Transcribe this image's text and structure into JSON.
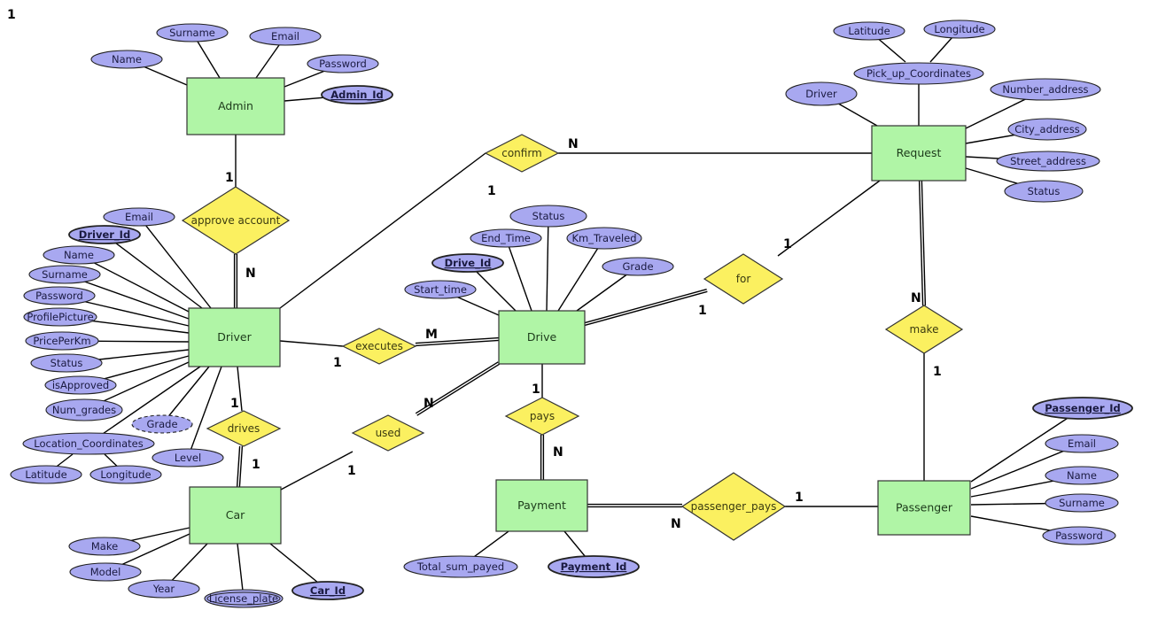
{
  "diagram": {
    "type": "er-diagram",
    "corner_label": "1",
    "colors": {
      "entity_fill": "#b0f5a6",
      "relationship_fill": "#fbf060",
      "attribute_fill": "#a8a8f0",
      "line": "#000000"
    },
    "entities": [
      {
        "id": "admin",
        "label": "Admin"
      },
      {
        "id": "driver",
        "label": "Driver"
      },
      {
        "id": "car",
        "label": "Car"
      },
      {
        "id": "drive",
        "label": "Drive"
      },
      {
        "id": "payment",
        "label": "Payment"
      },
      {
        "id": "request",
        "label": "Request"
      },
      {
        "id": "passenger",
        "label": "Passenger"
      }
    ],
    "relationships": [
      {
        "id": "approve_account",
        "label": "approve account"
      },
      {
        "id": "confirm",
        "label": "confirm"
      },
      {
        "id": "executes",
        "label": "executes"
      },
      {
        "id": "drives",
        "label": "drives"
      },
      {
        "id": "used",
        "label": "used"
      },
      {
        "id": "pays",
        "label": "pays"
      },
      {
        "id": "for",
        "label": "for"
      },
      {
        "id": "make",
        "label": "make"
      },
      {
        "id": "passenger_pays",
        "label": "passenger_pays"
      }
    ],
    "attributes": [
      {
        "id": "admin_name",
        "owner": "admin",
        "label": "Name"
      },
      {
        "id": "admin_surname",
        "owner": "admin",
        "label": "Surname"
      },
      {
        "id": "admin_email",
        "owner": "admin",
        "label": "Email"
      },
      {
        "id": "admin_password",
        "owner": "admin",
        "label": "Password"
      },
      {
        "id": "admin_id",
        "owner": "admin",
        "label": "Admin_Id",
        "key": true
      },
      {
        "id": "driver_email",
        "owner": "driver",
        "label": "Email"
      },
      {
        "id": "driver_id",
        "owner": "driver",
        "label": "Driver_Id",
        "key": true
      },
      {
        "id": "driver_name",
        "owner": "driver",
        "label": "Name"
      },
      {
        "id": "driver_surname",
        "owner": "driver",
        "label": "Surname"
      },
      {
        "id": "driver_password",
        "owner": "driver",
        "label": "Password"
      },
      {
        "id": "driver_profilepicture",
        "owner": "driver",
        "label": "ProfilePicture"
      },
      {
        "id": "driver_priceperkm",
        "owner": "driver",
        "label": "PricePerKm"
      },
      {
        "id": "driver_status",
        "owner": "driver",
        "label": "Status"
      },
      {
        "id": "driver_isapproved",
        "owner": "driver",
        "label": "isApproved"
      },
      {
        "id": "driver_num_grades",
        "owner": "driver",
        "label": "Num_grades"
      },
      {
        "id": "driver_grade",
        "owner": "driver",
        "label": "Grade",
        "derived": true
      },
      {
        "id": "driver_location",
        "owner": "driver",
        "label": "Location_Coordinates"
      },
      {
        "id": "driver_loc_lat",
        "owner": "driver_location",
        "label": "Latitude"
      },
      {
        "id": "driver_loc_lon",
        "owner": "driver_location",
        "label": "Longitude"
      },
      {
        "id": "driver_level",
        "owner": "driver",
        "label": "Level"
      },
      {
        "id": "car_make",
        "owner": "car",
        "label": "Make"
      },
      {
        "id": "car_model",
        "owner": "car",
        "label": "Model"
      },
      {
        "id": "car_year",
        "owner": "car",
        "label": "Year"
      },
      {
        "id": "car_license",
        "owner": "car",
        "label": "License_plate",
        "multivalued": true
      },
      {
        "id": "car_id",
        "owner": "car",
        "label": "Car_Id",
        "key": true
      },
      {
        "id": "drive_status",
        "owner": "drive",
        "label": "Status"
      },
      {
        "id": "drive_end_time",
        "owner": "drive",
        "label": "End_Time"
      },
      {
        "id": "drive_km",
        "owner": "drive",
        "label": "Km_Traveled"
      },
      {
        "id": "drive_id",
        "owner": "drive",
        "label": "Drive_Id",
        "key": true
      },
      {
        "id": "drive_grade",
        "owner": "drive",
        "label": "Grade"
      },
      {
        "id": "drive_start_time",
        "owner": "drive",
        "label": "Start_time"
      },
      {
        "id": "payment_total",
        "owner": "payment",
        "label": "Total_sum_payed"
      },
      {
        "id": "payment_id",
        "owner": "payment",
        "label": "Payment_Id",
        "key": true
      },
      {
        "id": "req_latitude",
        "owner": "req_pickup",
        "label": "Latitude"
      },
      {
        "id": "req_longitude",
        "owner": "req_pickup",
        "label": "Longitude"
      },
      {
        "id": "req_pickup",
        "owner": "request",
        "label": "Pick_up_Coordinates"
      },
      {
        "id": "req_driver",
        "owner": "request",
        "label": "Driver"
      },
      {
        "id": "req_number_address",
        "owner": "request",
        "label": "Number_address"
      },
      {
        "id": "req_city_address",
        "owner": "request",
        "label": "City_address"
      },
      {
        "id": "req_street_address",
        "owner": "request",
        "label": "Street_address"
      },
      {
        "id": "req_status",
        "owner": "request",
        "label": "Status"
      },
      {
        "id": "passenger_id",
        "owner": "passenger",
        "label": "Passenger_Id",
        "key": true
      },
      {
        "id": "passenger_email",
        "owner": "passenger",
        "label": "Email"
      },
      {
        "id": "passenger_name",
        "owner": "passenger",
        "label": "Name"
      },
      {
        "id": "passenger_surname",
        "owner": "passenger",
        "label": "Surname"
      },
      {
        "id": "passenger_password",
        "owner": "passenger",
        "label": "Password"
      }
    ],
    "connections": [
      {
        "from": "admin",
        "to": "approve_account",
        "cardinality": "1",
        "double": false
      },
      {
        "from": "approve_account",
        "to": "driver",
        "cardinality": "N",
        "double": true
      },
      {
        "from": "driver",
        "to": "confirm",
        "cardinality": "1",
        "double": false
      },
      {
        "from": "confirm",
        "to": "request",
        "cardinality": "N",
        "double": false
      },
      {
        "from": "driver",
        "to": "executes",
        "cardinality": "1",
        "double": false
      },
      {
        "from": "executes",
        "to": "drive",
        "cardinality": "M",
        "double": true
      },
      {
        "from": "driver",
        "to": "drives",
        "cardinality": "1",
        "double": false
      },
      {
        "from": "drives",
        "to": "car",
        "cardinality": "1",
        "double": true
      },
      {
        "from": "car",
        "to": "used",
        "cardinality": "1",
        "double": false
      },
      {
        "from": "used",
        "to": "drive",
        "cardinality": "N",
        "double": true
      },
      {
        "from": "drive",
        "to": "pays",
        "cardinality": "1",
        "double": false
      },
      {
        "from": "pays",
        "to": "payment",
        "cardinality": "N",
        "double": true
      },
      {
        "from": "drive",
        "to": "for",
        "cardinality": "1",
        "double": true
      },
      {
        "from": "for",
        "to": "request",
        "cardinality": "1",
        "double": false
      },
      {
        "from": "request",
        "to": "make",
        "cardinality": "N",
        "double": true
      },
      {
        "from": "make",
        "to": "passenger",
        "cardinality": "1",
        "double": false
      },
      {
        "from": "payment",
        "to": "passenger_pays",
        "cardinality": "N",
        "double": true
      },
      {
        "from": "passenger_pays",
        "to": "passenger",
        "cardinality": "1",
        "double": false
      }
    ]
  }
}
